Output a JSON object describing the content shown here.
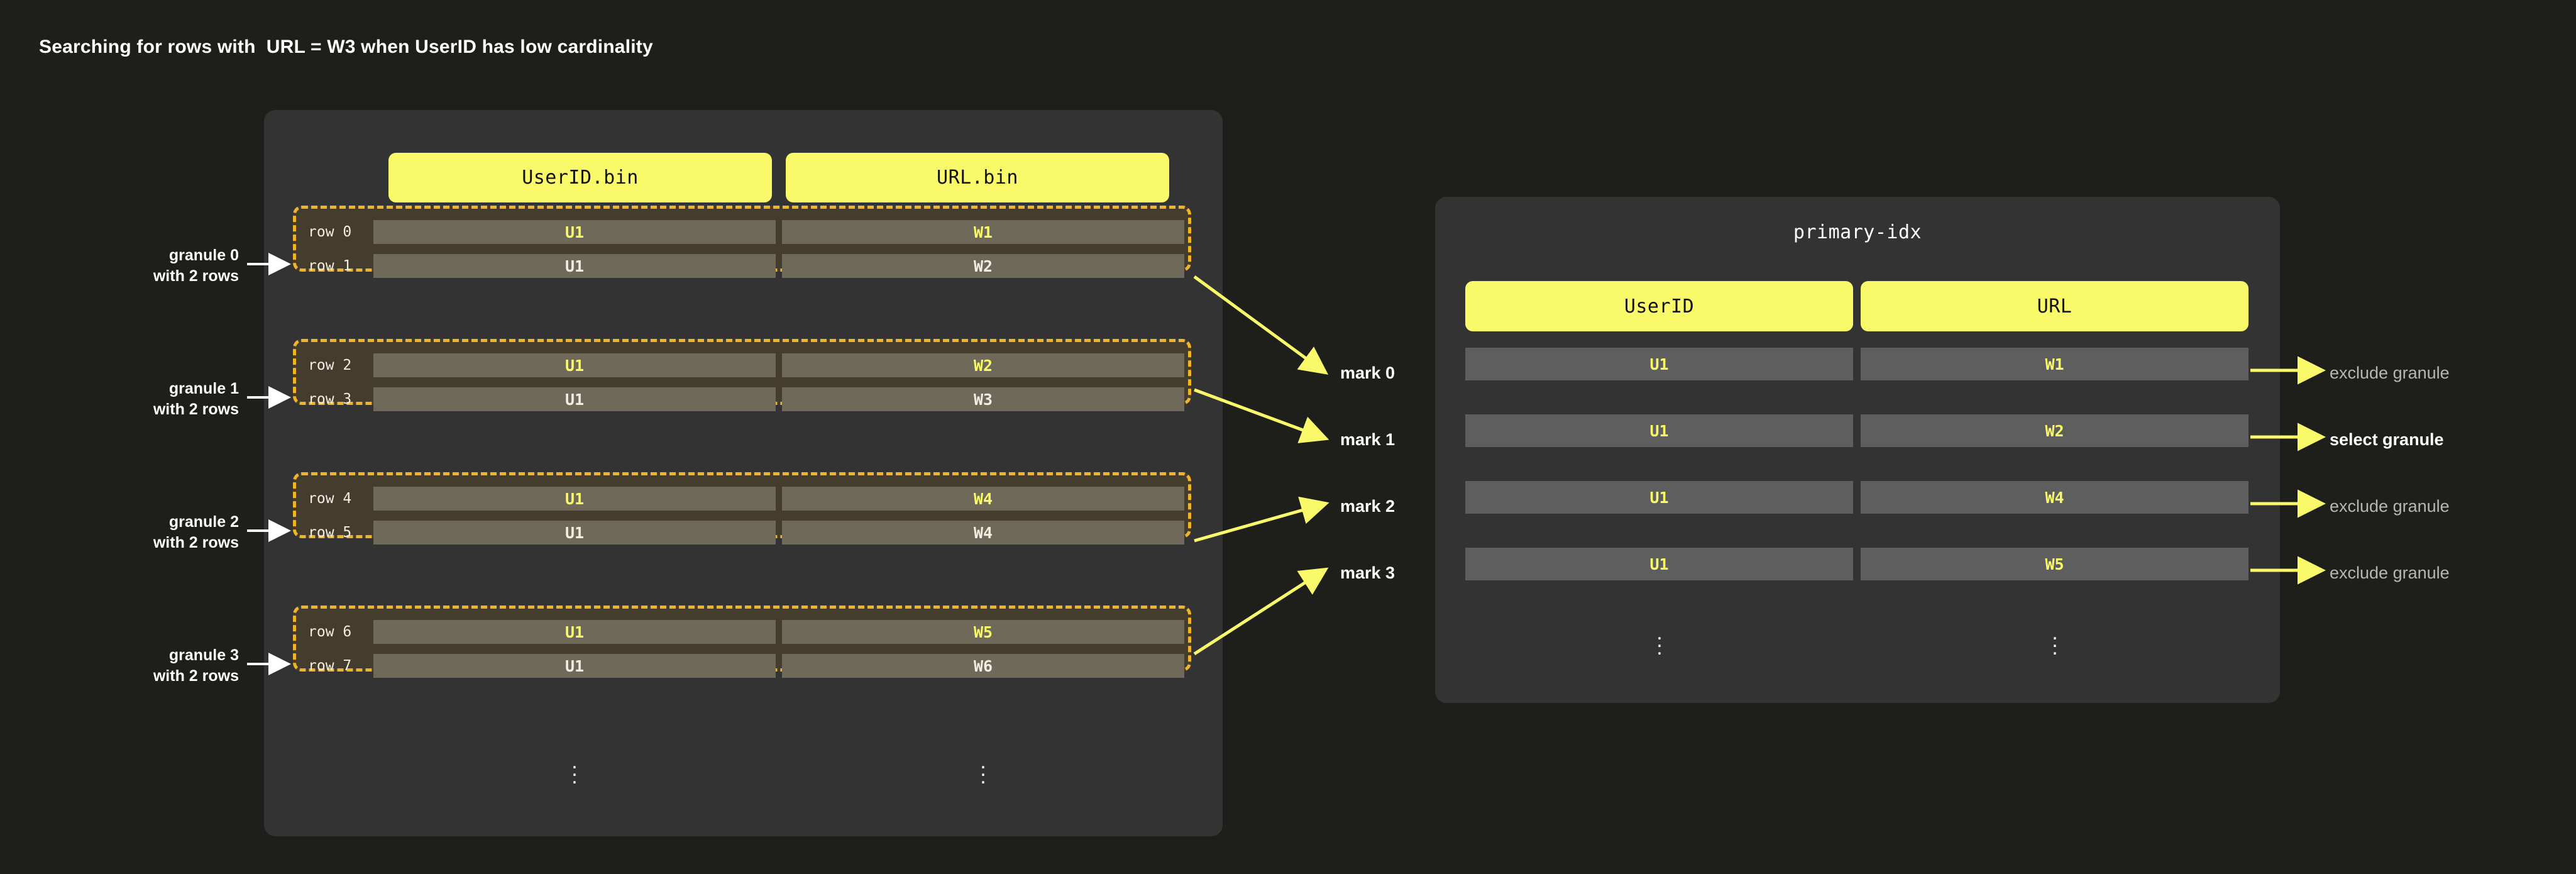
{
  "title": "Searching for rows with  URL = W3 when UserID has low cardinality",
  "colors": {
    "background": "#1e1f1b",
    "panel": "#333333",
    "accent_yellow": "#faf96a",
    "granule_border": "#f0b429",
    "granule_bg": "#443d2e",
    "cell_bg": "#6f6959",
    "index_cell_bg": "#5e5e5e",
    "muted_text": "#b6b7b2"
  },
  "parts_panel": {
    "columns": [
      {
        "name": "userid-bin",
        "label": "UserID.bin"
      },
      {
        "name": "url-bin",
        "label": "URL.bin"
      }
    ],
    "rows": [
      {
        "row_label": "row 0",
        "userid": "U1",
        "url": "W1",
        "highlighted": true
      },
      {
        "row_label": "row 1",
        "userid": "U1",
        "url": "W2",
        "highlighted": false
      },
      {
        "row_label": "row 2",
        "userid": "U1",
        "url": "W2",
        "highlighted": true
      },
      {
        "row_label": "row 3",
        "userid": "U1",
        "url": "W3",
        "highlighted": false
      },
      {
        "row_label": "row 4",
        "userid": "U1",
        "url": "W4",
        "highlighted": true
      },
      {
        "row_label": "row 5",
        "userid": "U1",
        "url": "W4",
        "highlighted": false
      },
      {
        "row_label": "row 6",
        "userid": "U1",
        "url": "W5",
        "highlighted": true
      },
      {
        "row_label": "row 7",
        "userid": "U1",
        "url": "W6",
        "highlighted": false
      }
    ],
    "ellipsis": "⋮"
  },
  "granule_notes": [
    {
      "line1": "granule 0",
      "line2": "with 2 rows",
      "text": "granule 0\nwith 2 rows"
    },
    {
      "line1": "granule 1",
      "line2": "with 2 rows",
      "text": "granule 1\nwith 2 rows"
    },
    {
      "line1": "granule 2",
      "line2": "with 2 rows",
      "text": "granule 2\nwith 2 rows"
    },
    {
      "line1": "granule 3",
      "line2": "with 2 rows",
      "text": "granule 3\nwith 2 rows"
    }
  ],
  "marks": [
    {
      "label": "mark 0"
    },
    {
      "label": "mark 1"
    },
    {
      "label": "mark 2"
    },
    {
      "label": "mark 3"
    }
  ],
  "index_panel": {
    "title": "primary-idx",
    "columns": [
      {
        "name": "userid",
        "label": "UserID"
      },
      {
        "name": "url",
        "label": "URL"
      }
    ],
    "rows": [
      {
        "userid": "U1",
        "url": "W1",
        "decision": "exclude granule",
        "selected": false
      },
      {
        "userid": "U1",
        "url": "W2",
        "decision": "select granule",
        "selected": true
      },
      {
        "userid": "U1",
        "url": "W4",
        "decision": "exclude granule",
        "selected": false
      },
      {
        "userid": "U1",
        "url": "W5",
        "decision": "exclude granule",
        "selected": false
      }
    ],
    "ellipsis": "⋮"
  }
}
